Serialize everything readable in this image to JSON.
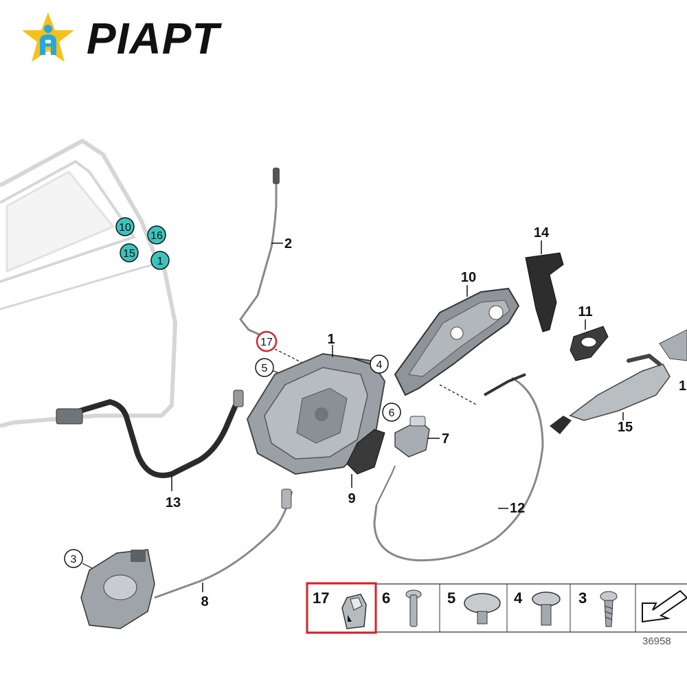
{
  "brand": {
    "name": "PIAPT",
    "logo_icon": "star-a-logo-icon"
  },
  "colors": {
    "highlight": "#d9202a",
    "callout_teal": "#3cc3bd",
    "line": "#1a1a1a",
    "ghost_door": "#d9d9d9"
  },
  "diagram": {
    "part_labels": {
      "p1": "1",
      "p2": "2",
      "p3": "3",
      "p4": "4",
      "p5": "5",
      "p6": "6",
      "p7": "7",
      "p8": "8",
      "p9": "9",
      "p10": "10",
      "p11": "11",
      "p12": "12",
      "p13": "13",
      "p14": "14",
      "p15": "15",
      "p17": "17",
      "p_edge": "1"
    },
    "door_callouts": {
      "c10": "10",
      "c16": "16",
      "c15": "15",
      "c1": "1"
    },
    "tray": {
      "t17": "17",
      "t6": "6",
      "t5": "5",
      "t4": "4",
      "t3": "3"
    },
    "diagram_id": "36958"
  }
}
